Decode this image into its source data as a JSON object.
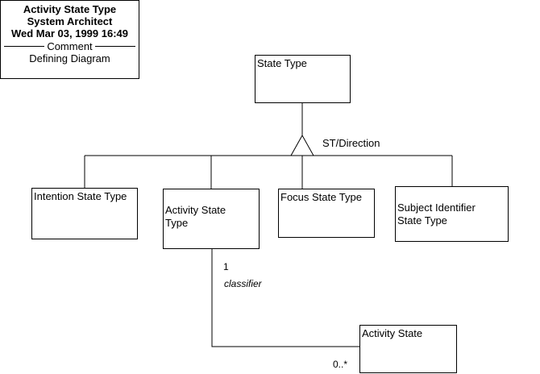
{
  "title_block": {
    "title": "Activity State Type",
    "author": "System Architect",
    "timestamp": "Wed Mar 03, 1999  16:49",
    "comment_label": "Comment",
    "comment_text": "Defining Diagram"
  },
  "entities": {
    "state_type": "State Type",
    "intention_state_type": "Intention State Type",
    "activity_state_type": "Activity State\nType",
    "focus_state_type": "Focus State Type",
    "subject_identifier_state_type": "Subject Identifier\nState Type",
    "activity_state": "Activity State"
  },
  "generalization": {
    "label": "ST/Direction"
  },
  "association": {
    "role": "classifier",
    "multiplicity_classifier_end": "1",
    "multiplicity_state_end": "0..*"
  }
}
